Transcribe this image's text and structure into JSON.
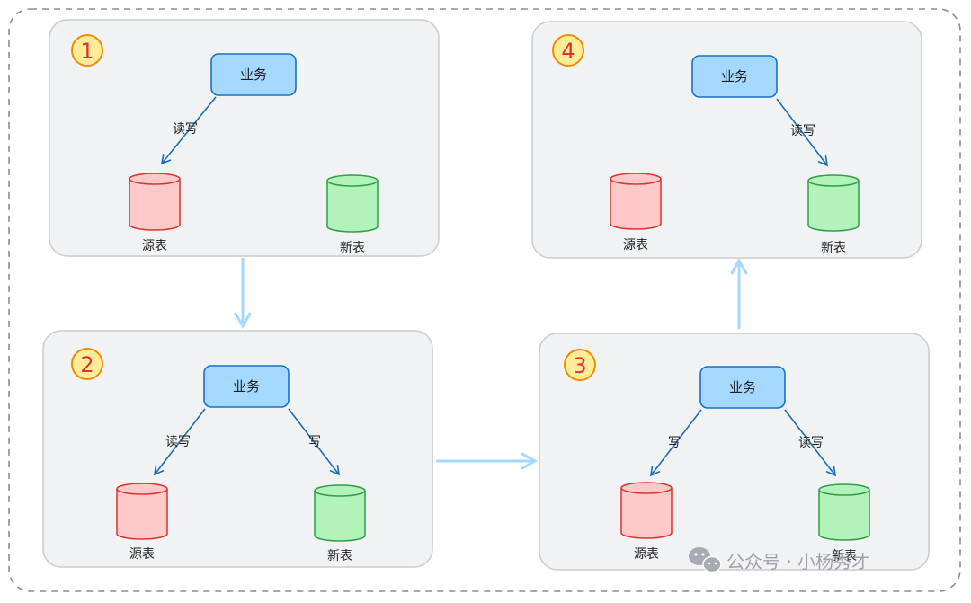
{
  "panels": [
    {
      "step": "1",
      "service": "业务",
      "source_label": "源表",
      "new_label": "新表",
      "edges": [
        {
          "target": "source",
          "label": "读写"
        }
      ]
    },
    {
      "step": "2",
      "service": "业务",
      "source_label": "源表",
      "new_label": "新表",
      "edges": [
        {
          "target": "source",
          "label": "读写"
        },
        {
          "target": "new",
          "label": "写"
        }
      ]
    },
    {
      "step": "3",
      "service": "业务",
      "source_label": "源表",
      "new_label": "新表",
      "edges": [
        {
          "target": "source",
          "label": "写"
        },
        {
          "target": "new",
          "label": "读写"
        }
      ]
    },
    {
      "step": "4",
      "service": "业务",
      "source_label": "源表",
      "new_label": "新表",
      "edges": [
        {
          "target": "new",
          "label": "读写"
        }
      ]
    }
  ],
  "flow": [
    {
      "from": "1",
      "to": "2"
    },
    {
      "from": "2",
      "to": "3"
    },
    {
      "from": "3",
      "to": "4"
    }
  ],
  "watermark": {
    "text": "公众号 · 小杨秀才",
    "icon": "wechat-icon"
  },
  "colors": {
    "panel_fill": "#f1f2f4",
    "panel_stroke": "#c9cbcf",
    "service_fill": "#a5d8ff",
    "service_stroke": "#1971c2",
    "source_fill": "#ffc9c9",
    "source_stroke": "#e03131",
    "new_fill": "#b2f2bb",
    "new_stroke": "#2f9e44",
    "edge": "#1c6bb5",
    "flow_arrow": "#a5d8ff",
    "badge_fill": "#ffec99",
    "badge_stroke": "#f08c00",
    "badge_text": "#e03131",
    "outer_dash": "#868e96"
  }
}
